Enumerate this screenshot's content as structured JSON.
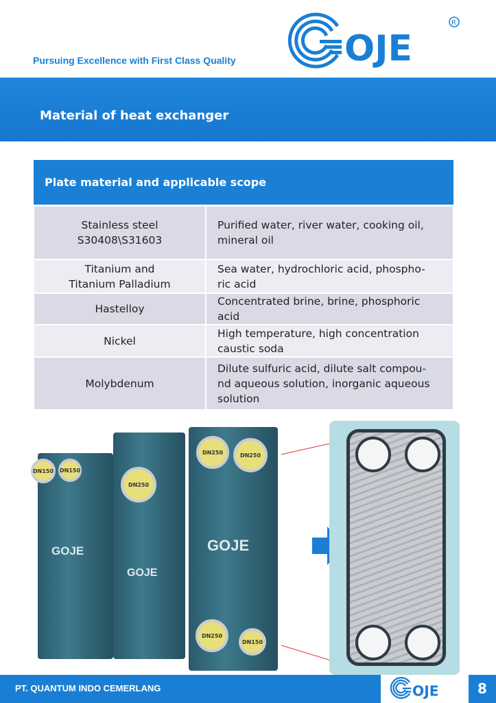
{
  "header": {
    "tagline": "Pursuing Excellence with First Class Quality",
    "logo_text": "GOJE",
    "registered": "®"
  },
  "section_title": "Material of heat exchanger",
  "table": {
    "title": "Plate material and applicable scope",
    "rows": [
      {
        "material": [
          "Stainless steel",
          "S30408\\S31603"
        ],
        "scope": [
          "Purified water, river water, cooking oil,",
          "mineral oil"
        ]
      },
      {
        "material": [
          "Titanium and",
          "Titanium Palladium"
        ],
        "scope": [
          "Sea water, hydrochloric acid, phospho-",
          "ric acid"
        ]
      },
      {
        "material": [
          "Hastelloy"
        ],
        "scope": [
          "Concentrated brine, brine, phosphoric",
          "acid"
        ]
      },
      {
        "material": [
          "Nickel"
        ],
        "scope": [
          "High temperature, high concentration",
          "caustic soda"
        ]
      },
      {
        "material": [
          "Molybdenum"
        ],
        "scope": [
          "Dilute sulfuric acid, dilute salt compou-",
          "nd aqueous solution, inorganic aqueous",
          "solution"
        ]
      }
    ]
  },
  "photo": {
    "port_labels": [
      "DN250",
      "DN250",
      "DN250",
      "DN250",
      "DN150",
      "DN150",
      "DN150"
    ],
    "unit_logo": "GOJE"
  },
  "footer": {
    "company": "PT. QUANTUM INDO CEMERLANG",
    "logo_text": "GOJE",
    "page": "8"
  }
}
